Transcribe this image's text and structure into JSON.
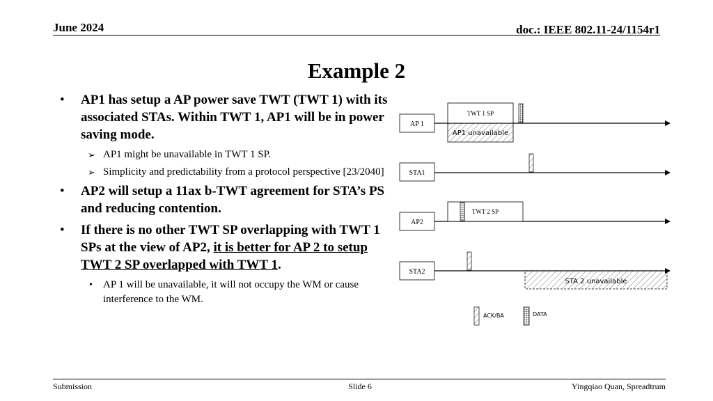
{
  "header": {
    "date": "June 2024",
    "doc": "doc.: IEEE 802.11-24/1154r1"
  },
  "title": "Example 2",
  "bullets": {
    "b1": "AP1 has setup a AP power save TWT (TWT 1) with its associated STAs. Within TWT 1, AP1 will be in power saving mode.",
    "b1_sub1": "AP1 might be unavailable in TWT 1 SP.",
    "b1_sub2": "Simplicity and predictability from a protocol perspective [23/2040]",
    "b2": "AP2 will setup a 11ax b-TWT agreement for STA’s PS and reducing contention.",
    "b3_pre": "If there is no other TWT SP overlapping with TWT 1 SPs at the view of AP2, ",
    "b3_under": "it is better for AP 2 to setup TWT 2 SP overlapped with TWT 1",
    "b3_post": ".",
    "b3_sub1": "AP 1 will be unavailable, it will not occupy the WM or cause interference to the WM."
  },
  "diagram": {
    "rows": [
      "AP 1",
      "STA1",
      "AP2",
      "STA2"
    ],
    "twt1_label": "TWT 1 SP",
    "twt2_label": "TWT 2 SP",
    "ap1_unavail": "AP1 unavailable",
    "sta2_unavail": "STA 2 unavailable",
    "legend_ack": "ACK/BA",
    "legend_data": "DATA"
  },
  "footer": {
    "left": "Submission",
    "center": "Slide 6",
    "right": "Yingqiao Quan, Spreadtrum"
  }
}
